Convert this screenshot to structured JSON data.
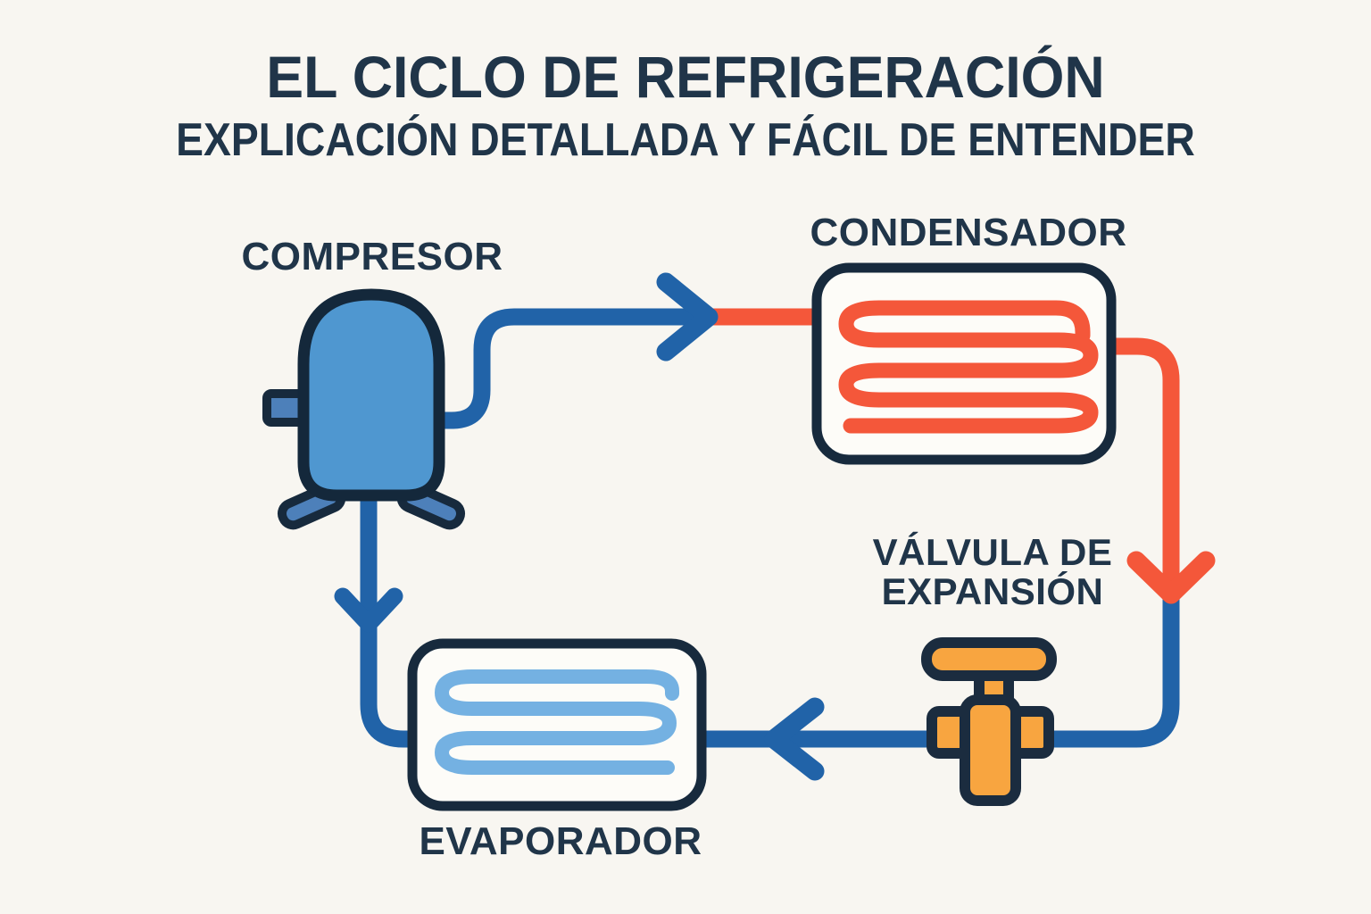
{
  "page": {
    "title": "EL CICLO DE REFRIGERACIÓN",
    "subtitle": "EXPLICACIÓN DETALLADA Y FÁCIL DE ENTENDER"
  },
  "labels": {
    "compresor": "COMPRESOR",
    "condensador": "CONDENSADOR",
    "valvula_line1": "VÁLVULA DE",
    "valvula_line2": "EXPANSIÓN",
    "evaporador": "EVAPORADOR"
  },
  "colors": {
    "background": "#f8f6f1",
    "text_navy": "#203549",
    "outline_navy": "#172a3d",
    "pipe_blue": "#2163a8",
    "hot_red": "#f4573a",
    "cool_light_blue": "#74b1e2",
    "compressor_fill_blue": "#4f97d0",
    "compressor_accent_blue": "#4d80ba",
    "valve_orange": "#f8a540",
    "heat_exchanger_box_fill": "#fdfcf8"
  }
}
